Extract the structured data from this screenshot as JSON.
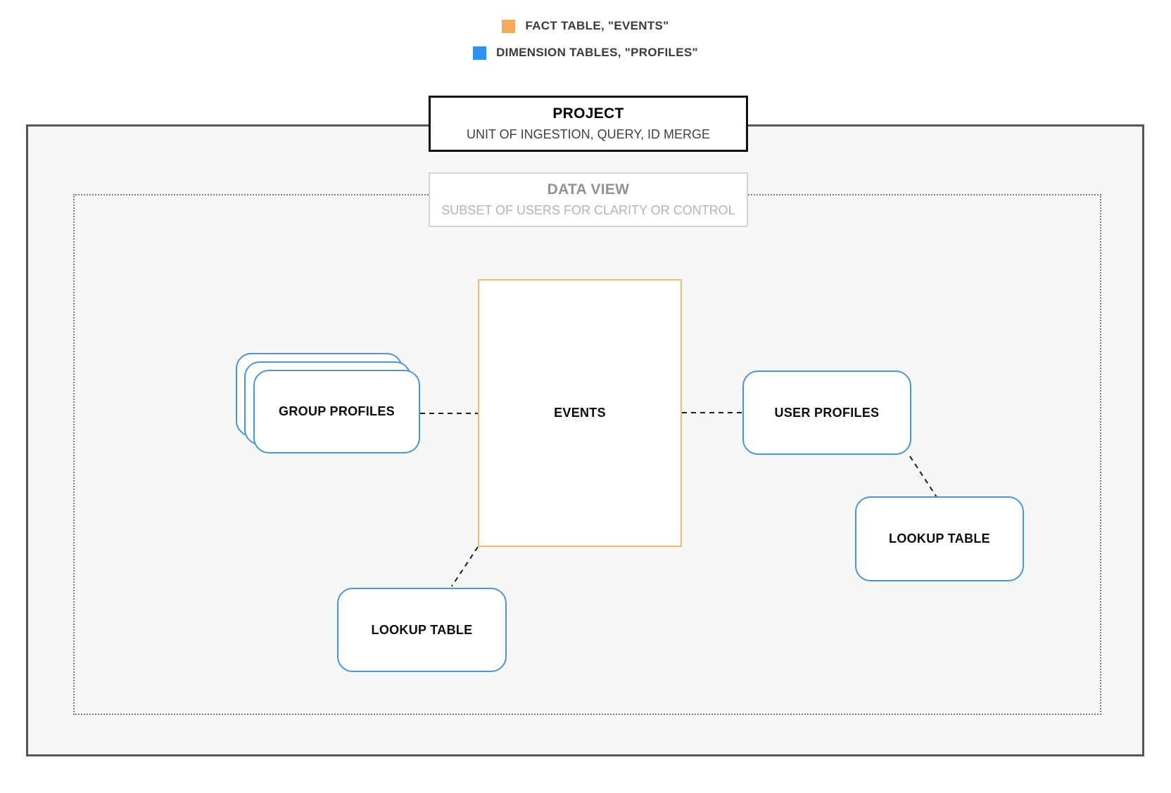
{
  "legend": {
    "items": [
      {
        "id": "fact-table",
        "label": "FACT TABLE, \"EVENTS\"",
        "swatch_color": "#F5AB5E"
      },
      {
        "id": "dimension-tables",
        "label": "DIMENSION TABLES, \"PROFILES\"",
        "swatch_color": "#2E90EF"
      }
    ]
  },
  "containers": {
    "project": {
      "title": "PROJECT",
      "subtitle": "UNIT OF INGESTION, QUERY, ID MERGE"
    },
    "data_view": {
      "title": "DATA VIEW",
      "subtitle": "SUBSET OF USERS FOR CLARITY OR CONTROL"
    }
  },
  "nodes": {
    "events": {
      "label": "EVENTS",
      "type": "fact",
      "border_color": "#E9BB80"
    },
    "group_profiles": {
      "label": "GROUP PROFILES",
      "type": "dimension",
      "border_color": "#4E94D4",
      "stacked": true
    },
    "user_profiles": {
      "label": "USER PROFILES",
      "type": "dimension",
      "border_color": "#4E94D4"
    },
    "lookup_table_right": {
      "label": "LOOKUP TABLE",
      "type": "dimension",
      "border_color": "#4E94D4"
    },
    "lookup_table_bottom": {
      "label": "LOOKUP TABLE",
      "type": "dimension",
      "border_color": "#4E94D4"
    }
  },
  "connections": [
    {
      "from": "group_profiles",
      "to": "events",
      "style": "dashed"
    },
    {
      "from": "events",
      "to": "user_profiles",
      "style": "dashed"
    },
    {
      "from": "user_profiles",
      "to": "lookup_table_right",
      "style": "dashed"
    },
    {
      "from": "events",
      "to": "lookup_table_bottom",
      "style": "dashed"
    }
  ],
  "colors": {
    "fact_accent": "#F5AB5E",
    "dimension_accent": "#2E90EF",
    "events_border": "#E9BB80",
    "dimension_border": "#4E94D4",
    "outer_border": "#565656",
    "connector": "#1c1c1c"
  }
}
